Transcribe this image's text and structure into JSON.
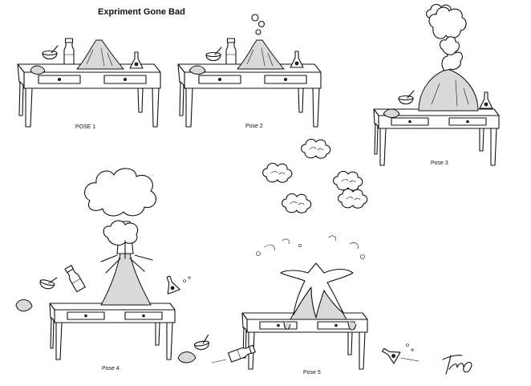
{
  "sheet": {
    "title": "Expriment Gone Bad",
    "signature": "TmG",
    "poses": [
      {
        "id": "pose1",
        "label": "POSE 1"
      },
      {
        "id": "pose2",
        "label": "Pose 2"
      },
      {
        "id": "pose3",
        "label": "Pose 3"
      },
      {
        "id": "pose4",
        "label": "Pose 4"
      },
      {
        "id": "pose5",
        "label": "Pose 5"
      }
    ]
  }
}
